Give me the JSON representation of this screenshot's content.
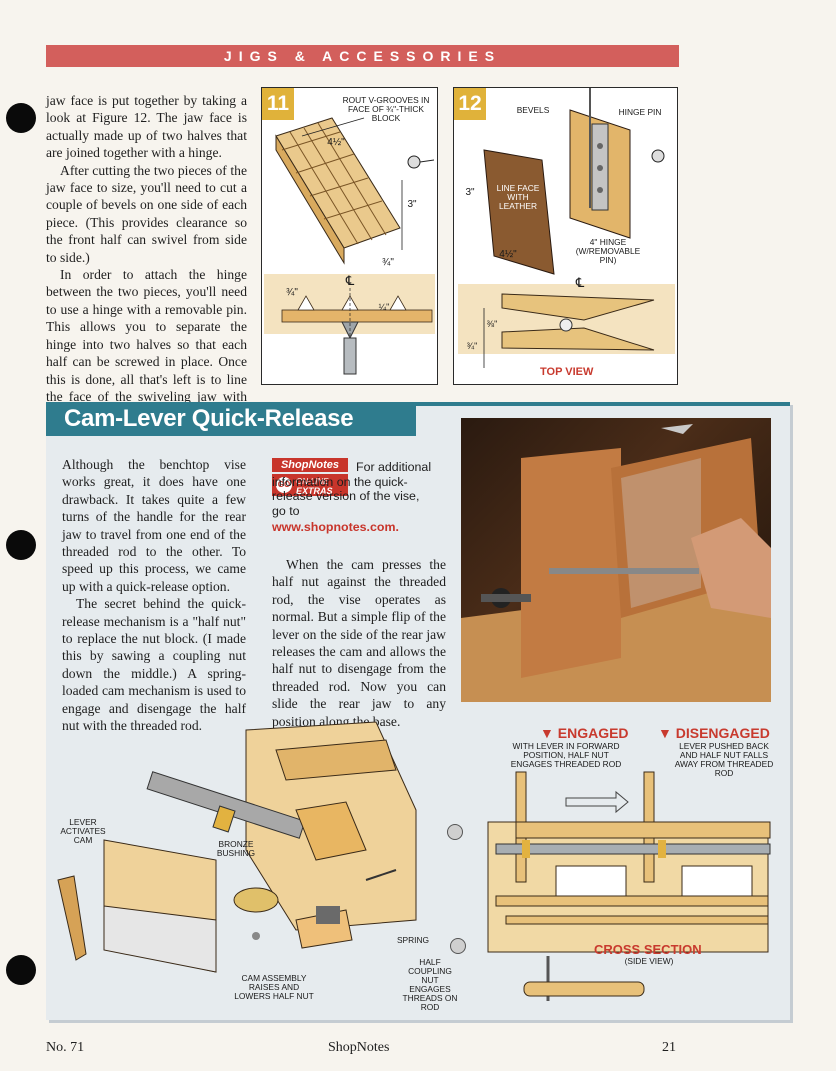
{
  "header": {
    "title": "JIGS & ACCESSORIES"
  },
  "intro_column": {
    "paragraphs": [
      "jaw face is put together by taking a look at Figure 12. The jaw face is actually made up of two halves that are joined together with a hinge.",
      "After cutting the two pieces of the jaw face to size, you'll need to cut a couple of bevels on one side of each piece. (This provides clearance so the front half can swivel from side to side.)",
      "In order to attach the hinge between the two pieces, you'll need to use a hinge with a removable pin. This allows you to separate the hinge into two halves so that each half can be screwed in place. Once this is done, all that's left is to line the face of the swiveling jaw with leather."
    ],
    "end_mark": "⚒"
  },
  "figure_11": {
    "number": "11",
    "labels": {
      "rout": "ROUT V-GROOVES IN FACE OF ¾\"-THICK BLOCK",
      "width": "4½\"",
      "height": "3\"",
      "depth": "¾\"",
      "side": "¾\"",
      "centerline": "℄",
      "groove": "¼\""
    }
  },
  "figure_12": {
    "number": "12",
    "labels": {
      "bevels": "BEVELS",
      "hinge_pin": "HINGE PIN",
      "line_face": "LINE FACE WITH LEATHER",
      "height": "3\"",
      "width": "4½\"",
      "hinge": "4\" HINGE (w/REMOVABLE PIN)",
      "gap": "⅜\"",
      "thick": "¾\"",
      "centerline": "℄",
      "view": "TOP VIEW"
    }
  },
  "section": {
    "title": "Cam-Lever Quick-Release",
    "column1": [
      "Although the benchtop vise works great, it does have one drawback. It takes quite a few turns of the handle for the rear jaw to travel from one end of the threaded rod to the other. To speed up this process, we came up with a quick-release option.",
      "The secret behind the quick-release mechanism is a \"half nut\" to replace the nut block. (I made this by sawing a coupling nut down the middle.) A spring-loaded cam mechanism is used to engage and disengage the half nut with the threaded rod."
    ],
    "column2": [
      "When the cam presses the half nut against the threaded rod, the vise operates as normal. But a simple flip of the lever on the side of the rear jaw releases the cam and allows the half nut to disengage from the threaded rod. Now you can slide the rear jaw to any position along the base."
    ],
    "web_box": {
      "logo": "ShopNotes",
      "badge_go": "GO",
      "badge_online": "ON-LINE",
      "badge_extras": "EXTRAS",
      "text": "For additional information on the quick-release version of the vise, go to",
      "url": "www.shopnotes.com."
    }
  },
  "exploded_view": {
    "labels": {
      "lever": "LEVER ACTIVATES CAM",
      "bushing": "BRONZE BUSHING",
      "spring": "SPRING",
      "cam": "CAM ASSEMBLY RAISES AND LOWERS HALF NUT",
      "half_nut": "HALF COUPLING NUT ENGAGES THREADS ON ROD"
    }
  },
  "cross_section": {
    "engaged_title": "ENGAGED",
    "engaged_desc": "WITH LEVER IN FORWARD POSITION, HALF NUT ENGAGES THREADED ROD",
    "disengaged_title": "DISENGAGED",
    "disengaged_desc": "LEVER PUSHED BACK AND HALF NUT FALLS AWAY FROM THREADED ROD",
    "title": "CROSS SECTION",
    "subtitle": "(SIDE VIEW)"
  },
  "footer": {
    "issue": "No. 71",
    "magazine": "ShopNotes",
    "page": "21"
  },
  "colors": {
    "header": "#d35f5c",
    "section": "#2f7c8e",
    "accent": "#c83a2e",
    "wood": "#e8c17a",
    "fig_num": "#e0b23a"
  }
}
